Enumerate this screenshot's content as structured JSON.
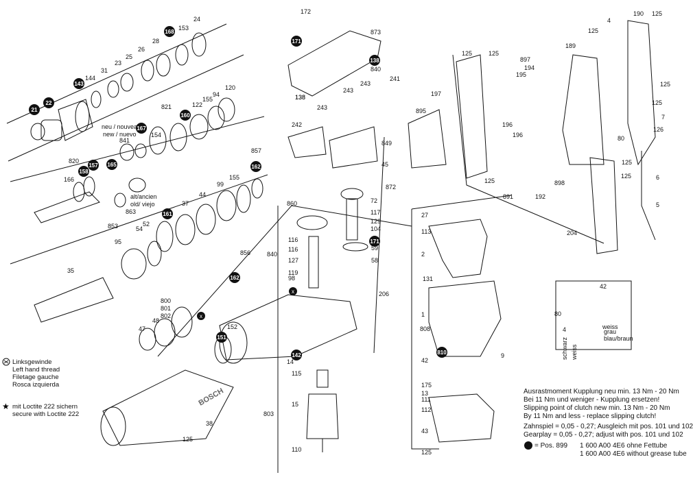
{
  "callouts": [
    {
      "t": "172"
    },
    {
      "t": "873"
    },
    {
      "t": "138"
    },
    {
      "t": "840"
    },
    {
      "t": "138"
    },
    {
      "t": "241"
    },
    {
      "t": "243"
    },
    {
      "t": "243"
    },
    {
      "t": "243"
    },
    {
      "t": "242"
    },
    {
      "t": "849"
    },
    {
      "t": "45"
    },
    {
      "t": "125"
    },
    {
      "t": "125"
    },
    {
      "t": "897"
    },
    {
      "t": "195"
    },
    {
      "t": "194"
    },
    {
      "t": "189"
    },
    {
      "t": "125"
    },
    {
      "t": "4"
    },
    {
      "t": "190"
    },
    {
      "t": "125"
    },
    {
      "t": "125"
    },
    {
      "t": "125"
    },
    {
      "t": "197"
    },
    {
      "t": "895"
    },
    {
      "t": "196"
    },
    {
      "t": "196"
    },
    {
      "t": "80"
    },
    {
      "t": "7"
    },
    {
      "t": "126"
    },
    {
      "t": "6"
    },
    {
      "t": "5"
    },
    {
      "t": "125"
    },
    {
      "t": "125"
    },
    {
      "t": "891"
    },
    {
      "t": "192"
    },
    {
      "t": "898"
    },
    {
      "t": "125"
    },
    {
      "t": "204"
    },
    {
      "t": "24"
    },
    {
      "t": "153"
    },
    {
      "t": "28"
    },
    {
      "t": "26"
    },
    {
      "t": "25"
    },
    {
      "t": "23"
    },
    {
      "t": "31"
    },
    {
      "t": "144"
    },
    {
      "t": "120"
    },
    {
      "t": "94"
    },
    {
      "t": "155"
    },
    {
      "t": "122"
    },
    {
      "t": "821"
    },
    {
      "t": "154"
    },
    {
      "t": "neu / nouveau"
    },
    {
      "t": "new / nuevo"
    },
    {
      "t": "841"
    },
    {
      "t": "820"
    },
    {
      "t": "166"
    },
    {
      "t": "857"
    },
    {
      "t": "99"
    },
    {
      "t": "155"
    },
    {
      "t": "44"
    },
    {
      "t": "37"
    },
    {
      "t": "alt/ancien"
    },
    {
      "t": "old/ viejo"
    },
    {
      "t": "863"
    },
    {
      "t": "853"
    },
    {
      "t": "95"
    },
    {
      "t": "54"
    },
    {
      "t": "52"
    },
    {
      "t": "35"
    },
    {
      "t": "800"
    },
    {
      "t": "801"
    },
    {
      "t": "802"
    },
    {
      "t": "48"
    },
    {
      "t": "47"
    },
    {
      "t": "872"
    },
    {
      "t": "72"
    },
    {
      "t": "117"
    },
    {
      "t": "129"
    },
    {
      "t": "104"
    },
    {
      "t": "59"
    },
    {
      "t": "58"
    },
    {
      "t": "860"
    },
    {
      "t": "116"
    },
    {
      "t": "116"
    },
    {
      "t": "127"
    },
    {
      "t": "840"
    },
    {
      "t": "856"
    },
    {
      "t": "119"
    },
    {
      "t": "98"
    },
    {
      "t": "206"
    },
    {
      "t": "152"
    },
    {
      "t": "27"
    },
    {
      "t": "113"
    },
    {
      "t": "2"
    },
    {
      "t": "131"
    },
    {
      "t": "1"
    },
    {
      "t": "808"
    },
    {
      "t": "9"
    },
    {
      "t": "42"
    },
    {
      "t": "175"
    },
    {
      "t": "13"
    },
    {
      "t": "111"
    },
    {
      "t": "112"
    },
    {
      "t": "43"
    },
    {
      "t": "125"
    },
    {
      "t": "14"
    },
    {
      "t": "115"
    },
    {
      "t": "15"
    },
    {
      "t": "803"
    },
    {
      "t": "110"
    },
    {
      "t": "38"
    },
    {
      "t": "125"
    },
    {
      "t": "42"
    },
    {
      "t": "80"
    },
    {
      "t": "4"
    },
    {
      "t": "weiss"
    },
    {
      "t": "grau"
    },
    {
      "t": "blau/braun"
    },
    {
      "t": "schwarz"
    },
    {
      "t": "weiss"
    }
  ],
  "circled": [
    "171",
    "138",
    "21",
    "22",
    "143",
    "168",
    "158",
    "157",
    "165",
    "167",
    "160",
    "162",
    "161",
    "142",
    "151",
    "171",
    "162",
    "810"
  ],
  "boxed": [
    "x",
    "x"
  ],
  "legend": {
    "left_thread_lines": [
      "Linksgewinde",
      "Left hand thread",
      "Filetage gauche",
      "Rosca izquierda"
    ],
    "loctite_lines": [
      "mit Loctite 222 sichern",
      "secure with Loctite 222"
    ],
    "clutch_lines": [
      "Ausrastmoment Kupplung neu min. 13 Nm - 20 Nm",
      "Bei 11 Nm und weniger - Kupplung ersetzen!",
      "Slipping point of clutch new min. 13 Nm - 20 Nm",
      "By 11 Nm and less - replace slipping clutch!"
    ],
    "gear_lines": [
      "Zahnspiel = 0,05 - 0,27; Ausgleich mit pos. 101 und 102",
      "Gearplay = 0,05 - 0,27; adjust with pos. 101 und 102"
    ],
    "grease_prefix": "= Pos. 899",
    "grease_lines": [
      "1 600 A00 4E6 ohne Fettube",
      "1 600 A00 4E6 without grease tube"
    ]
  },
  "brand": "BOSCH",
  "colors": {
    "line": "#111111",
    "paper": "#ffffff"
  }
}
